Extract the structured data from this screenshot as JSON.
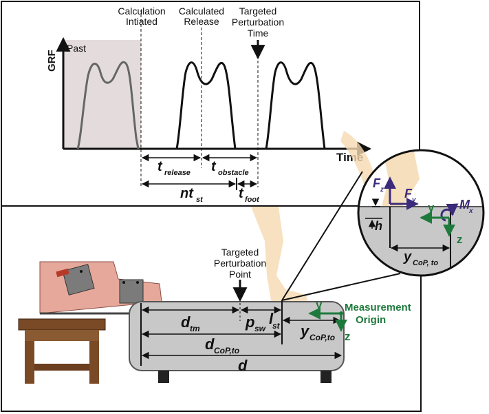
{
  "top_panel": {
    "axis_y_label": "GRF",
    "axis_x_label": "Time",
    "past_label": "Past",
    "calc_initiated": [
      "Calculation",
      "Intiated"
    ],
    "calc_release": [
      "Calculated",
      "Release"
    ],
    "targeted_time": [
      "Targeted",
      "Perturbation",
      "Time"
    ],
    "t_release": {
      "main": "t",
      "sub": "release"
    },
    "t_obstacle": {
      "main": "t",
      "sub": "obstacle"
    },
    "nt_st": {
      "main": "nt",
      "sub": "st"
    },
    "t_foot": {
      "main": "t",
      "sub": "foot"
    }
  },
  "bottom_panel": {
    "targeted_point": [
      "Targeted",
      "Perturbation",
      "Point"
    ],
    "d_tm": {
      "main": "d",
      "sub": "tm"
    },
    "p_sw": {
      "main": "p",
      "sub": "sw"
    },
    "l_st": {
      "main": "l",
      "sub": "st"
    },
    "d_cop_to": {
      "main": "d",
      "sub": "CoP,to"
    },
    "d": "d",
    "y_cop_to": {
      "main": "y",
      "sub": "CoP,to"
    },
    "axis_y": "y",
    "axis_z": "z",
    "measurement_origin": [
      "Measurement",
      "Origin"
    ]
  },
  "inset": {
    "fz": {
      "main": "F",
      "sub": "z"
    },
    "fy": {
      "main": "F",
      "sub": "y"
    },
    "mx": {
      "main": "M",
      "sub": "x"
    },
    "h": "h",
    "axis_y": "y",
    "axis_z": "z",
    "y_cop_to": {
      "main": "y",
      "sub": "CoP, to"
    }
  },
  "colors": {
    "green": "#1e7a3c",
    "purple": "#3b2b7a",
    "foot_tan": "#f5d9b0",
    "treadmill_gray": "#c8c8c8",
    "table_brown": "#7a4a26"
  }
}
